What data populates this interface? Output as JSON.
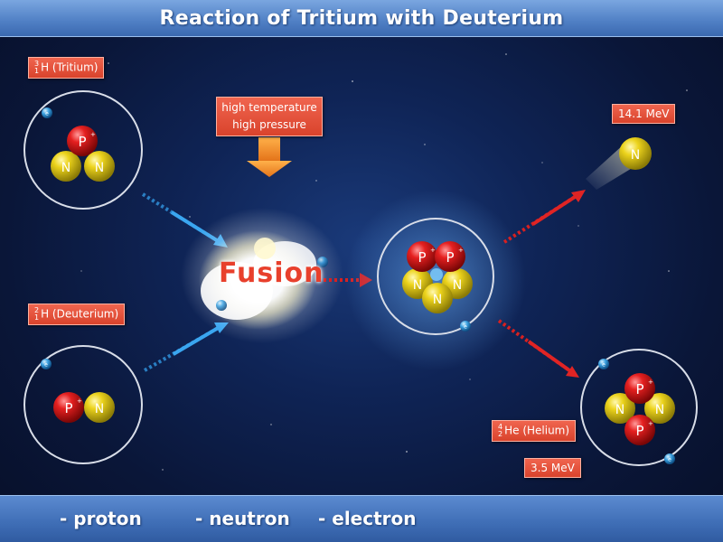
{
  "title": "Reaction of Tritium with Deuterium",
  "labels": {
    "tritium": {
      "mass": "3",
      "number": "1",
      "name": "H (Tritium)"
    },
    "deuterium": {
      "mass": "2",
      "number": "1",
      "name": "H (Deuterium)"
    },
    "helium": {
      "mass": "4",
      "number": "2",
      "name": "He (Helium)"
    },
    "neutron_energy": "14.1 MeV",
    "helium_energy": "3.5 MeV"
  },
  "conditions": {
    "line1": "high temperature",
    "line2": "high pressure"
  },
  "fusion_label": "Fusion",
  "particles": {
    "proton_symbol": "P",
    "neutron_symbol": "N",
    "electron_symbol": "e",
    "charge": "+"
  },
  "legend": {
    "proton": "- proton",
    "neutron": "- neutron",
    "electron": "- electron"
  },
  "colors": {
    "proton": "#d01818",
    "neutron": "#e8d21a",
    "electron": "#3aa0e0",
    "label_bg": "#e2503a",
    "arrow_blue": "#2f8fd8",
    "arrow_red": "#d82020"
  }
}
